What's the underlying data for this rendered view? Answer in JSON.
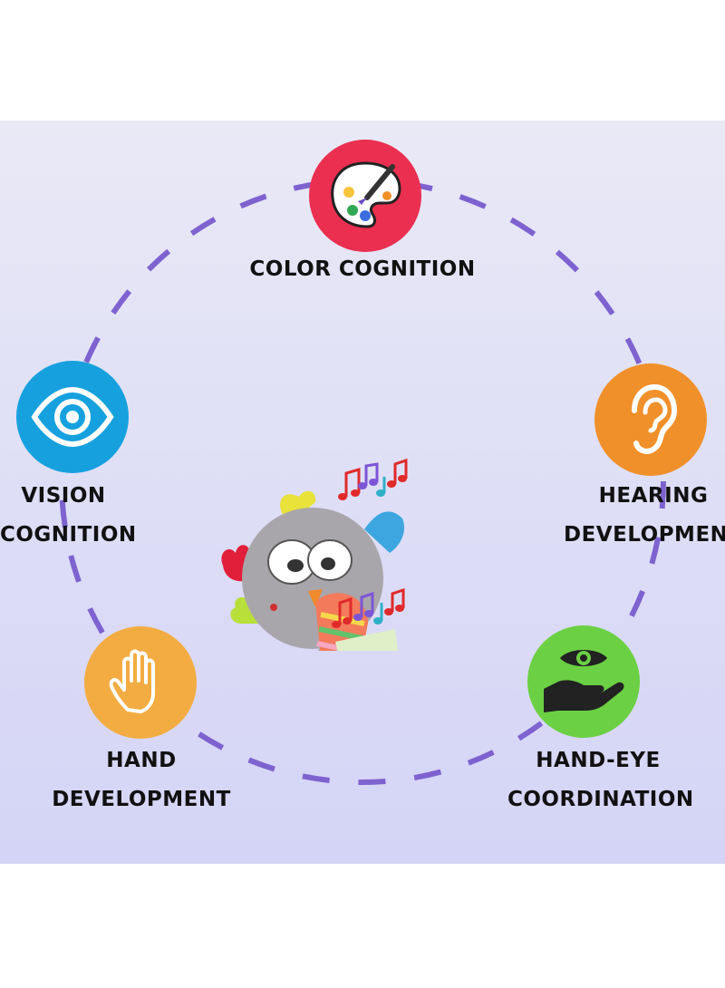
{
  "features": {
    "color": {
      "line1": "COLOR COGNITION",
      "color": "#ea2f50",
      "icon": "palette-icon"
    },
    "vision": {
      "line1": "VISION",
      "line2": "COGNITION",
      "color": "#16a1de",
      "icon": "eye-icon"
    },
    "hearing": {
      "line1": "HEARING",
      "line2": "DEVELOPMENT",
      "color": "#f0902a",
      "icon": "ear-icon"
    },
    "hand": {
      "line1": "HAND",
      "line2": "DEVELOPMENT",
      "color": "#f3ac42",
      "icon": "hand-icon"
    },
    "handeye": {
      "line1": "HAND-EYE",
      "line2": "COORDINATION",
      "color": "#6bd044",
      "icon": "hand-eye-icon"
    }
  },
  "ring_color": "#7e62cf",
  "product": "owl-rattle-toy"
}
